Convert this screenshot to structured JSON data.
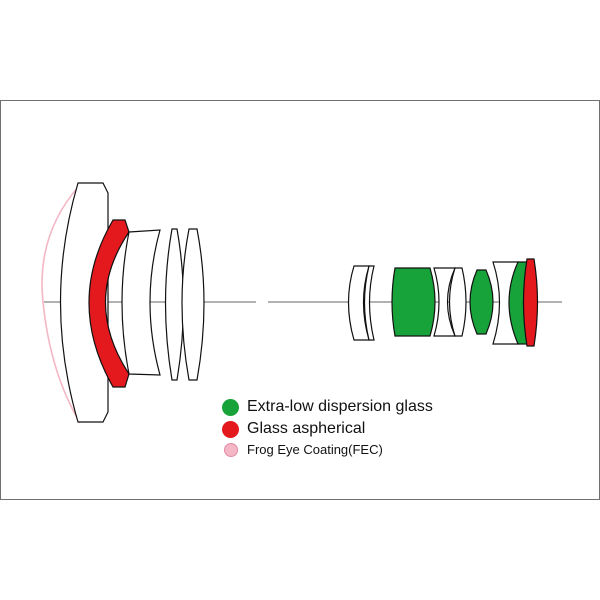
{
  "colors": {
    "ed_glass": "#17a33a",
    "aspherical": "#e3191d",
    "fec": "#f4b7c6",
    "outline": "#111111",
    "frame": "#6f6f6f"
  },
  "legend": [
    {
      "label": "Extra-low dispersion glass",
      "color": "#17a33a"
    },
    {
      "label": "Glass aspherical",
      "color": "#e3191d"
    },
    {
      "label": "Frog Eye Coating(FEC)",
      "color": "#f4b7c6"
    }
  ]
}
